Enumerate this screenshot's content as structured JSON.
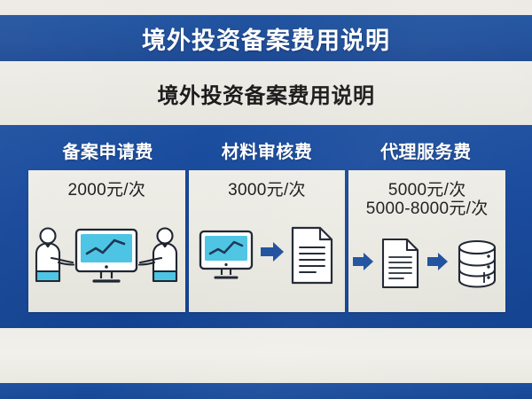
{
  "slide": {
    "banner_title": "境外投资备案费用说明",
    "subtitle": "境外投资备案费用说明",
    "colors": {
      "brand_blue": "#1c4fa0",
      "banner_blue": "#20539f",
      "card_bg": "#ecebe5",
      "accent_cyan": "#4cc4e4",
      "arrow_blue": "#1d4f9e",
      "text_dark": "#1b1b1b"
    },
    "columns": [
      {
        "header": "备案申请费",
        "prices": [
          "2000元/次"
        ],
        "icons": [
          "person-left-icon",
          "monitor-chart-icon",
          "person-right-icon"
        ]
      },
      {
        "header": "材料审核费",
        "prices": [
          "3000元/次"
        ],
        "icons": [
          "monitor-chart-icon",
          "arrow-right-icon",
          "document-icon"
        ]
      },
      {
        "header": "代理服务费",
        "prices": [
          "5000元/次",
          "5000-8000元/次"
        ],
        "icons": [
          "arrow-right-icon",
          "document-icon",
          "arrow-right-icon",
          "database-icon"
        ]
      }
    ]
  }
}
